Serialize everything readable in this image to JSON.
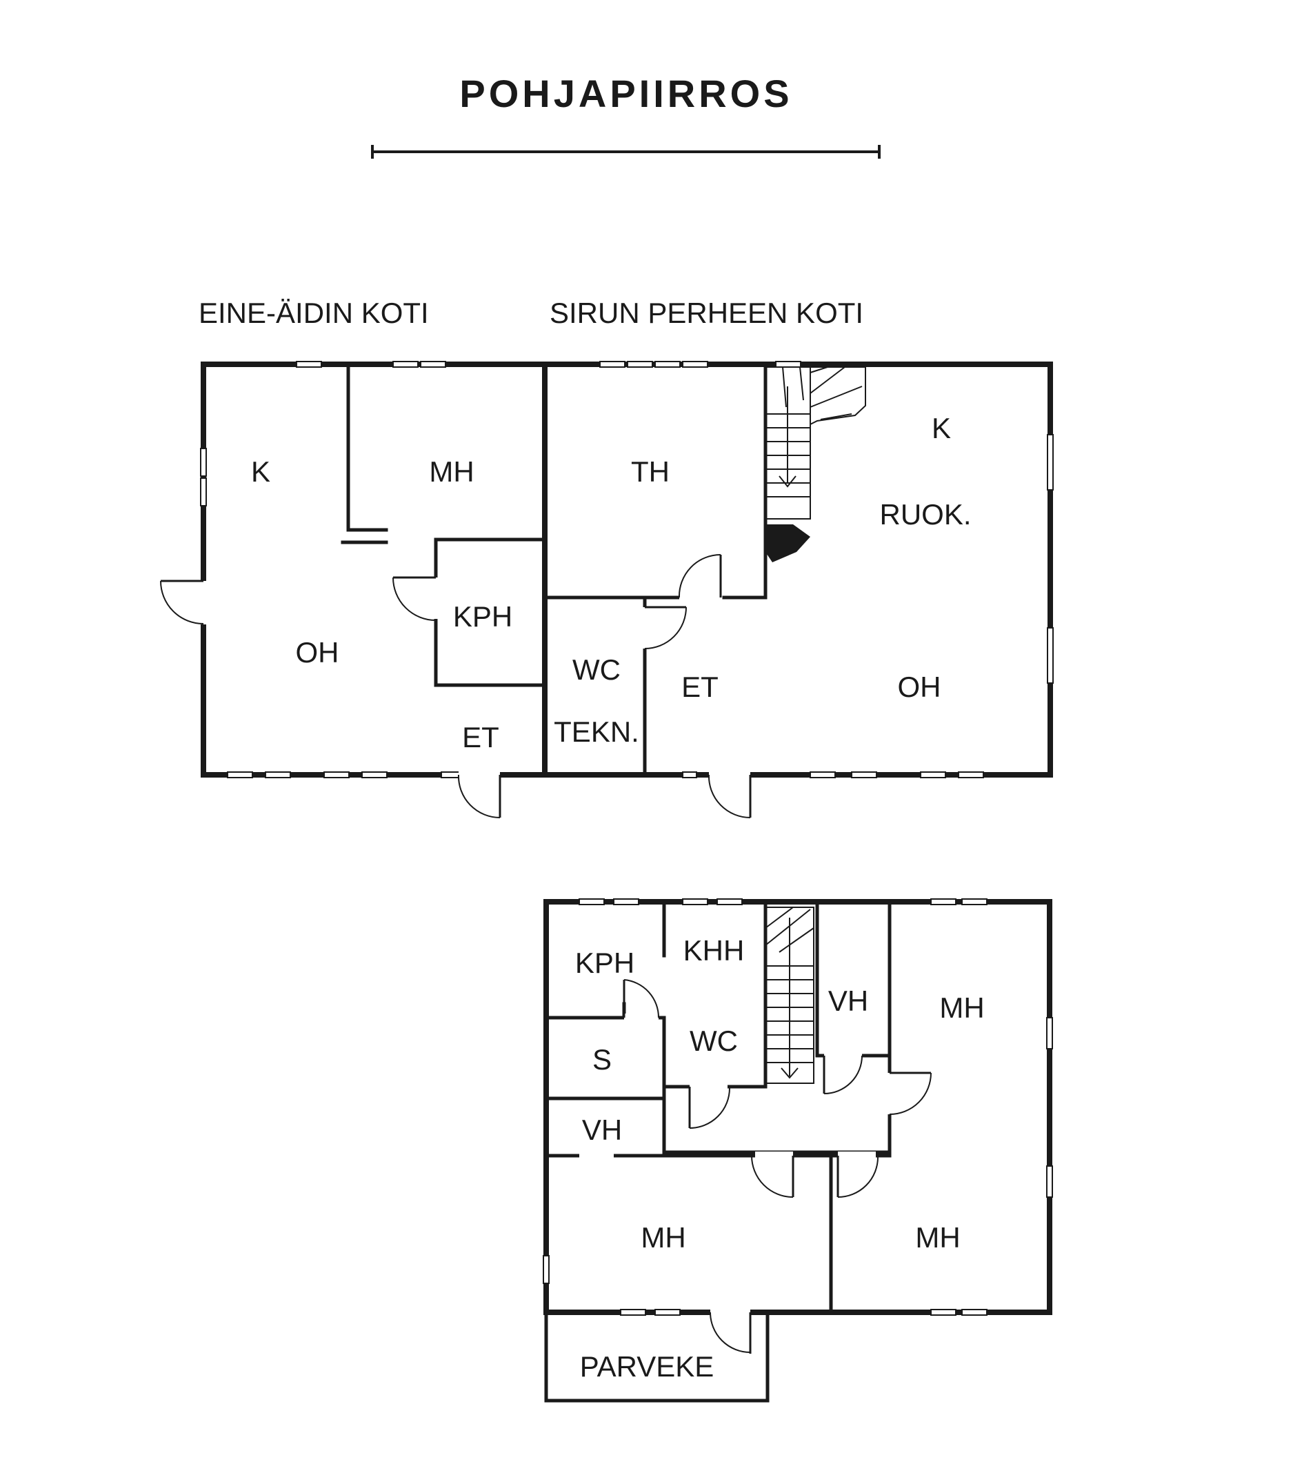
{
  "title": "POHJAPIIRROS",
  "homes": {
    "left": "EINE-ÄIDIN KOTI",
    "right": "SIRUN PERHEEN KOTI"
  },
  "ground_floor": {
    "left_home": {
      "kitchen": "K",
      "bedroom": "MH",
      "living": "OH",
      "bathroom": "KPH",
      "entry": "ET"
    },
    "right_home": {
      "workroom": "TH",
      "kitchen": "K",
      "dining": "RUOK.",
      "wc": "WC",
      "technical": "TEKN.",
      "entry": "ET",
      "living": "OH"
    }
  },
  "upper_floor": {
    "bathroom": "KPH",
    "utility": "KHH",
    "sauna": "S",
    "wc": "WC",
    "closet_a": "VH",
    "closet_b": "VH",
    "bedroom_ne": "MH",
    "bedroom_sw": "MH",
    "bedroom_se": "MH",
    "balcony": "PARVEKE"
  }
}
